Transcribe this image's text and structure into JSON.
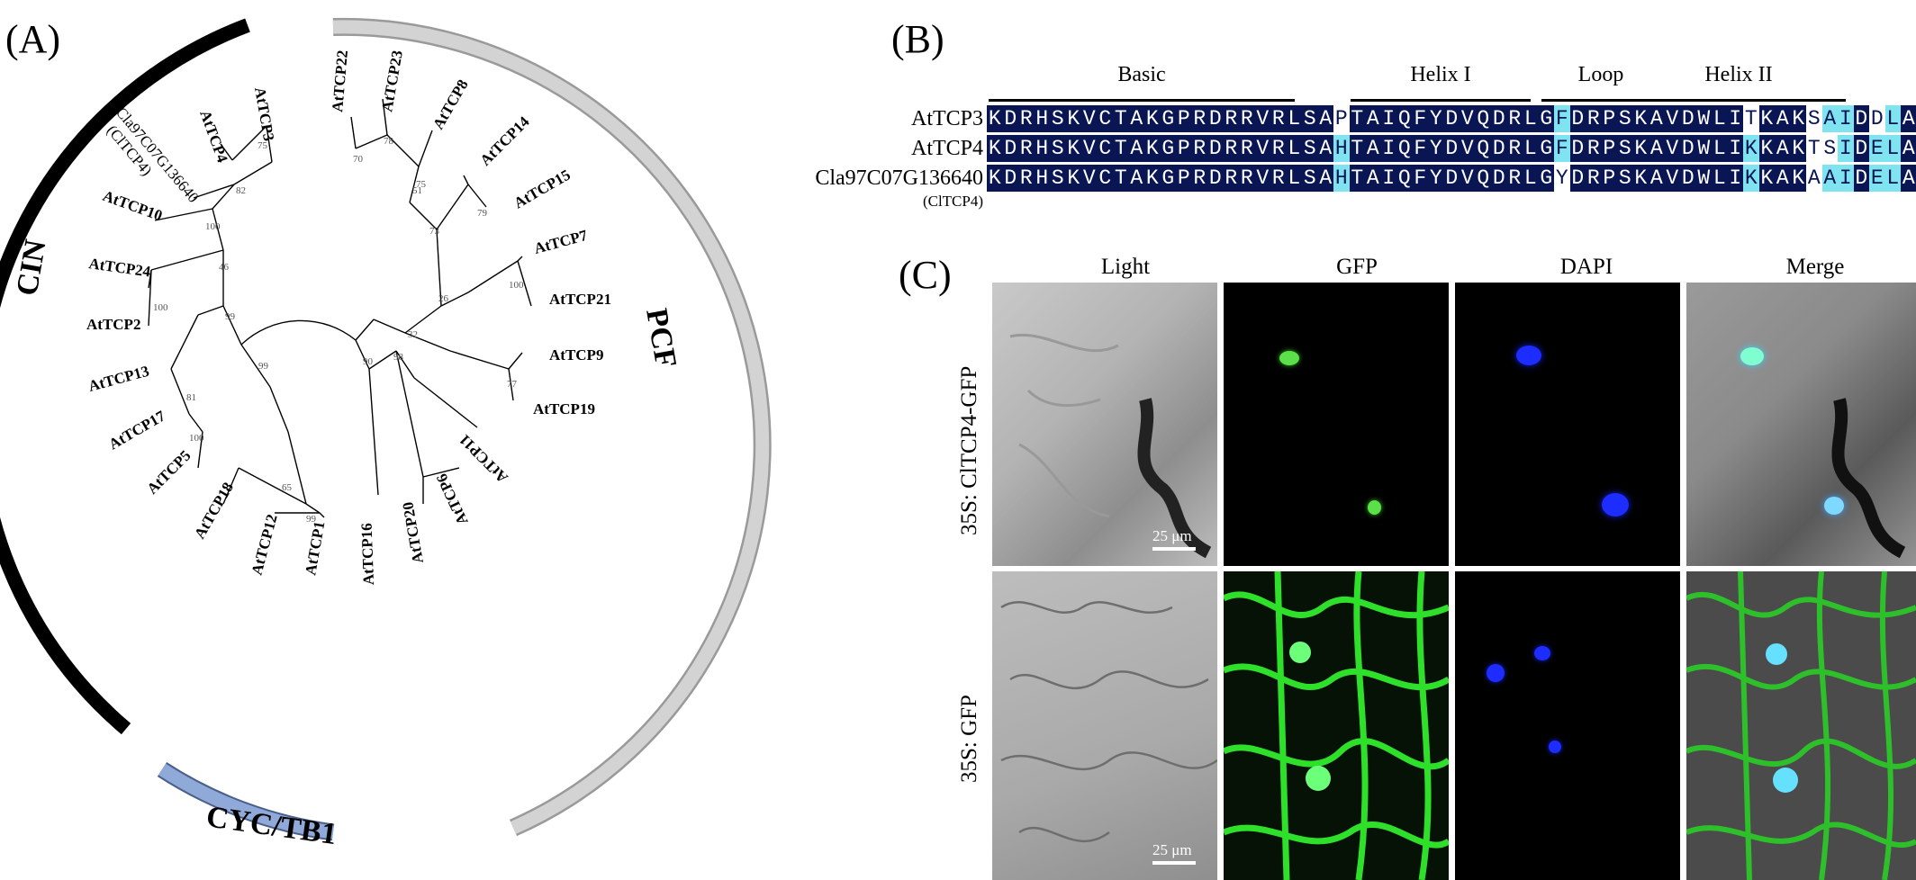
{
  "panelA": {
    "label": "(A)",
    "clades": {
      "cin": "CIN",
      "pcf": "PCF",
      "cyc": "CYC/TB1"
    },
    "leaves": {
      "AtTCP3": "AtTCP3",
      "AtTCP4": "AtTCP4",
      "ClTCP4": "Cla97C07G136640",
      "ClTCP4b": "(ClTCP4)",
      "AtTCP10": "AtTCP10",
      "AtTCP24": "AtTCP24",
      "AtTCP2": "AtTCP2",
      "AtTCP13": "AtTCP13",
      "AtTCP17": "AtTCP17",
      "AtTCP5": "AtTCP5",
      "AtTCP18": "AtTCP18",
      "AtTCP12": "AtTCP12",
      "AtTCP1": "AtTCP1",
      "AtTCP16": "AtTCP16",
      "AtTCP20": "AtTCP20",
      "AtTCP6": "AtTCP6",
      "AtTCP11": "AtTCP11",
      "AtTCP19": "AtTCP19",
      "AtTCP9": "AtTCP9",
      "AtTCP21": "AtTCP21",
      "AtTCP7": "AtTCP7",
      "AtTCP15": "AtTCP15",
      "AtTCP14": "AtTCP14",
      "AtTCP8": "AtTCP8",
      "AtTCP23": "AtTCP23",
      "AtTCP22": "AtTCP22"
    },
    "bootstrap": [
      "75",
      "82",
      "100",
      "46",
      "100",
      "99",
      "81",
      "100",
      "99",
      "65",
      "99",
      "90",
      "98",
      "32",
      "77",
      "26",
      "73",
      "100",
      "51",
      "78",
      "70",
      "75",
      "79"
    ]
  },
  "panelB": {
    "label": "(B)",
    "regions": [
      "Basic",
      "Helix I",
      "Loop",
      "Helix II"
    ],
    "sequences": [
      {
        "name": "AtTCP3",
        "sub": "",
        "seq": "KDRHSKVCTAKGPRDRRVRLSAPTAIQFYDVQDRLGFDRPSKAVDWLITKAKSAIDDLA"
      },
      {
        "name": "AtTCP4",
        "sub": "",
        "seq": "KDRHSKVCTAKGPRDRRVRLSAHTAIQFYDVQDRLGFDRPSKAVDWLIKKAKTSIDELA"
      },
      {
        "name": "Cla97C07G136640",
        "sub": "(ClTCP4)",
        "seq": "KDRHSKVCTAKGPRDRRVRLSAHTAIQFYDVQDRLGYDRPSKAVDWLIKKAKAAIDELA"
      }
    ]
  },
  "panelC": {
    "label": "(C)",
    "columns": [
      "Light",
      "GFP",
      "DAPI",
      "Merge"
    ],
    "rows": [
      "35S: ClTCP4-GFP",
      "35S: GFP"
    ],
    "scale_bar": "25 μm"
  },
  "colors": {
    "cin": "#000000",
    "pcf": "#d3d3d3",
    "cyc": "#8fa9d8",
    "align_bg": "#0a1554",
    "align_highlight": "#7fe3f0"
  }
}
